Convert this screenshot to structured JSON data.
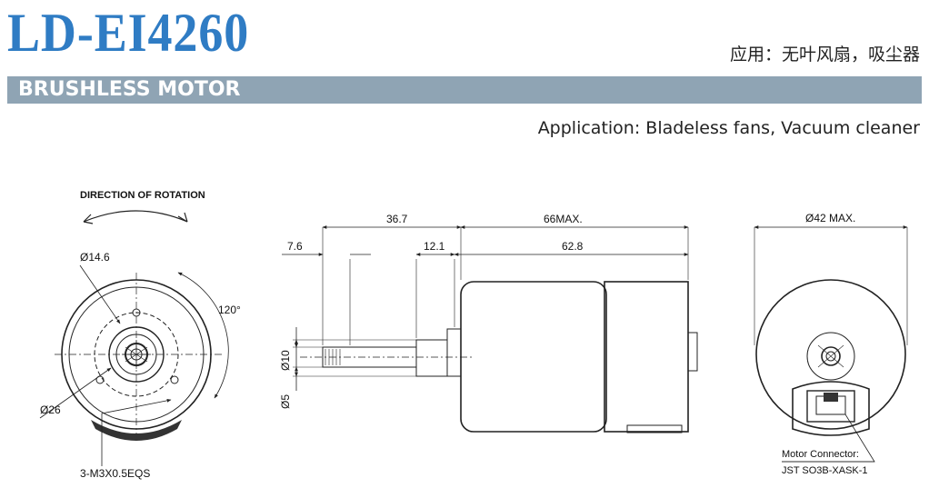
{
  "header": {
    "model": "LD-EI4260",
    "application_cn": "应用：无叶风扇，吸尘器",
    "banner": "BRUSHLESS MOTOR",
    "application_en": "Application: Bladeless fans, Vacuum cleaner"
  },
  "colors": {
    "brand": "#2f7cc4",
    "banner": "#8fa4b4",
    "line": "#222222"
  },
  "front_view": {
    "rotation_label": "DIRECTION OF ROTATION",
    "dim_bolt_circle": "Ø14.6",
    "dim_body": "Ø26",
    "angle": "120°",
    "screws": "3-M3X0.5EQS"
  },
  "side_view": {
    "dim_shaft_len": "7.6",
    "dim_front_len": "36.7",
    "dim_max_len": "66MAX.",
    "dim_pilot": "12.1",
    "dim_body_len": "62.8",
    "dim_dia10": "Ø10",
    "dim_dia5": "Ø5"
  },
  "rear_view": {
    "dim_max_dia": "Ø42 MAX.",
    "connector_label": "Motor Connector:",
    "connector_model": "JST SO3B-XASK-1"
  }
}
